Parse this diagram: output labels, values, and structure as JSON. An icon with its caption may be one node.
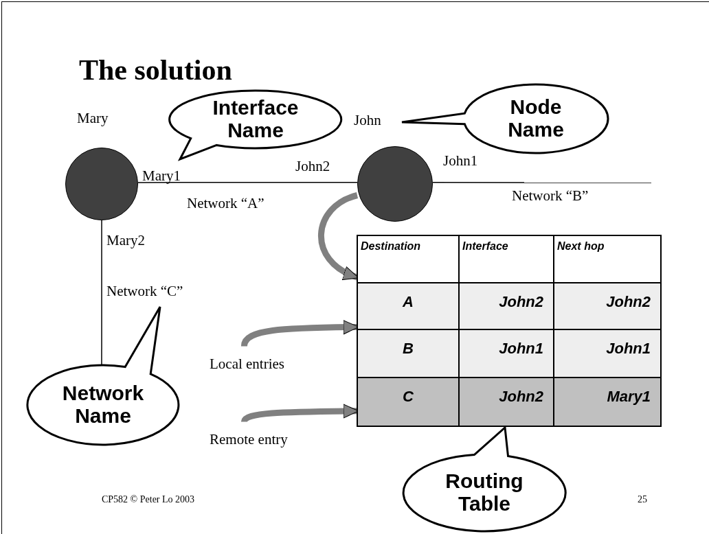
{
  "diagram": {
    "title": "The solution",
    "nodes": [
      {
        "text": [
          "Interface Name"
        ]
      },
      {
        "text": [
          "Node Name"
        ]
      },
      {
        "text": [],
        "shape": "circle",
        "beside": [
          "Mary"
        ]
      },
      {
        "text": [],
        "shape": "circle"
      },
      {
        "text": [],
        "shape": "box"
      },
      {
        "text": [
          "Local entries"
        ]
      },
      {
        "text": [
          "Remote entry"
        ]
      },
      {
        "text": [
          "Network Name"
        ]
      },
      {
        "text": [
          "Routing Table"
        ]
      }
    ],
    "edges": [
      {
        "from": 2,
        "to": 3,
        "arrow": "none"
      },
      {
        "from": 3,
        "to": null,
        "arrow": "none"
      },
      {
        "from": 2,
        "to": 7,
        "arrow": "none"
      },
      {
        "from": 3,
        "to": 4,
        "arrow": "to",
        "style": "thick",
        "color": "#808080"
      },
      {
        "from": 5,
        "to": 4,
        "arrow": "to",
        "style": "thick",
        "color": "#808080"
      },
      {
        "from": 6,
        "to": 4,
        "arrow": "to",
        "style": "thick",
        "color": "#808080"
      }
    ],
    "labels": [
      "John",
      "Mary1",
      "John2",
      "John1",
      "Network “A”",
      "Network “B”",
      "Mary2",
      "Network “C”",
      "Destination",
      "Interface",
      "Next hop",
      "A",
      "John2",
      "John2",
      "B",
      "John1",
      "John1",
      "C",
      "John2",
      "Mary1",
      "CP582 © Peter Lo 2003",
      "25"
    ]
  }
}
